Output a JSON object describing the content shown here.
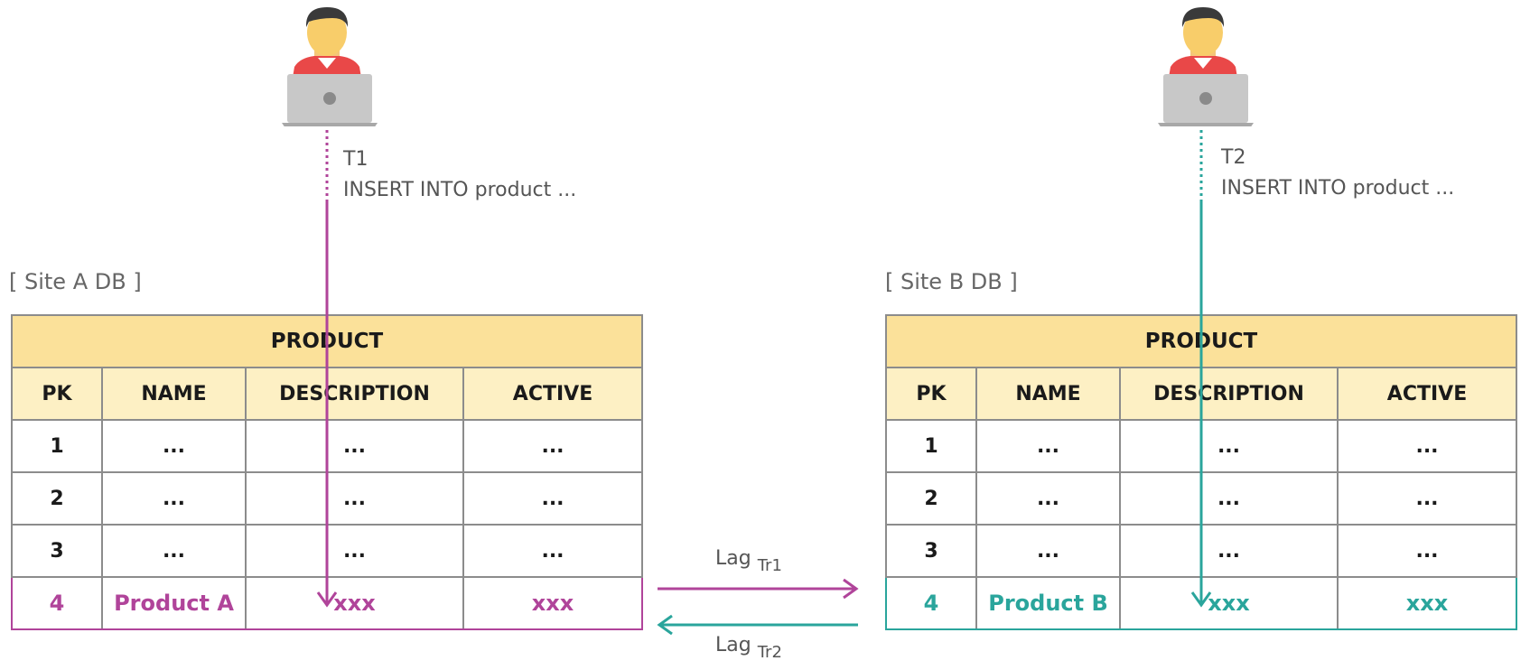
{
  "site_a": {
    "label": "[ Site A DB ]",
    "transaction_id": "T1",
    "statement": "INSERT INTO product ...",
    "table": {
      "title": "PRODUCT",
      "columns": [
        "PK",
        "NAME",
        "DESCRIPTION",
        "ACTIVE"
      ],
      "rows": [
        [
          "1",
          "...",
          "...",
          "..."
        ],
        [
          "2",
          "...",
          "...",
          "..."
        ],
        [
          "3",
          "...",
          "...",
          "..."
        ]
      ],
      "new_row": [
        "4",
        "Product A",
        "xxx",
        "xxx"
      ]
    },
    "color": "#b0449a"
  },
  "site_b": {
    "label": "[ Site B DB ]",
    "transaction_id": "T2",
    "statement": "INSERT INTO product ...",
    "table": {
      "title": "PRODUCT",
      "columns": [
        "PK",
        "NAME",
        "DESCRIPTION",
        "ACTIVE"
      ],
      "rows": [
        [
          "1",
          "...",
          "...",
          "..."
        ],
        [
          "2",
          "...",
          "...",
          "..."
        ],
        [
          "3",
          "...",
          "...",
          "..."
        ]
      ],
      "new_row": [
        "4",
        "Product B",
        "xxx",
        "xxx"
      ]
    },
    "color": "#2aa59c"
  },
  "replication": {
    "lag_a_to_b": {
      "label": "Lag",
      "sub": "Tr1"
    },
    "lag_b_to_a": {
      "label": "Lag",
      "sub": "Tr2"
    }
  },
  "icons": {
    "user_a": "user-with-laptop-icon",
    "user_b": "user-with-laptop-icon"
  }
}
